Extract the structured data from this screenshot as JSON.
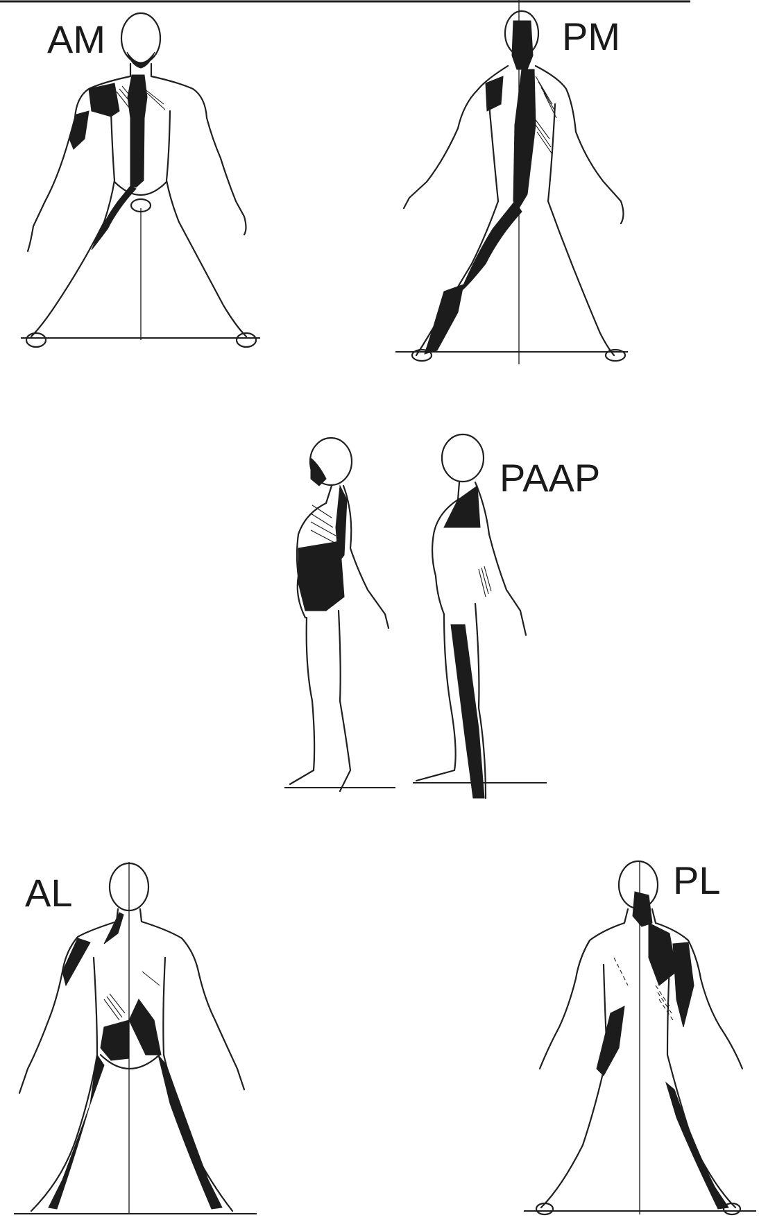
{
  "figure": {
    "panels": [
      {
        "label": "AM"
      },
      {
        "label": "PM"
      },
      {
        "label": "PAAP"
      },
      {
        "label": "AL"
      },
      {
        "label": "PL"
      }
    ],
    "colors": {
      "ink": "#1c1c1c",
      "paper": "#ffffff"
    }
  }
}
